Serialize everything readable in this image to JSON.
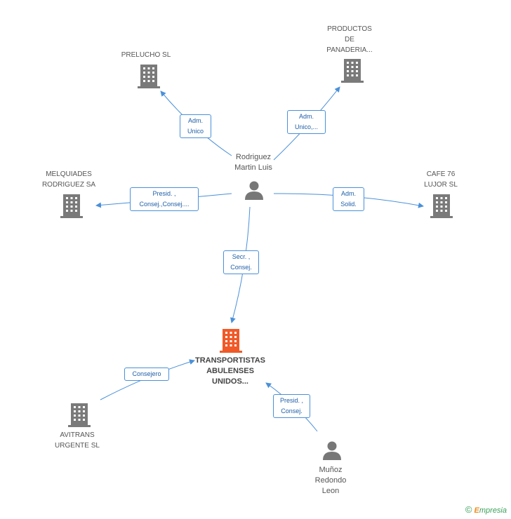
{
  "colors": {
    "edge": "#4a90d9",
    "building": "#7a7a7a",
    "main_building": "#f05a28",
    "person": "#777777"
  },
  "center_person": {
    "name_line1": "Rodriguez",
    "name_line2": "Martin Luis"
  },
  "main_company": {
    "line1": "TRANSPORTISTAS",
    "line2": "ABULENSES",
    "line3": "UNIDOS..."
  },
  "companies": {
    "prelucho": {
      "line1": "PRELUCHO SL"
    },
    "productos": {
      "line1": "PRODUCTOS",
      "line2": "DE",
      "line3": "PANADERIA..."
    },
    "melquiades": {
      "line1": "MELQUIADES",
      "line2": "RODRIGUEZ SA"
    },
    "cafe76": {
      "line1": "CAFE 76",
      "line2": "LUJOR SL"
    },
    "avitrans": {
      "line1": "AVITRANS",
      "line2": "URGENTE  SL"
    }
  },
  "other_person": {
    "line1": "Muñoz",
    "line2": "Redondo",
    "line3": "Leon"
  },
  "relations": {
    "prelucho": {
      "line1": "Adm.",
      "line2": "Unico"
    },
    "productos": {
      "line1": "Adm.",
      "line2": "Unico,..."
    },
    "melquiades": {
      "line1": "Presid. ,",
      "line2": "Consej.,Consej...."
    },
    "cafe76": {
      "line1": "Adm.",
      "line2": "Solid."
    },
    "main": {
      "line1": "Secr. ,",
      "line2": "Consej."
    },
    "avitrans": {
      "line1": "Consejero"
    },
    "munoz": {
      "line1": "Presid. ,",
      "line2": "Consej."
    }
  },
  "credit": {
    "symbol": "©",
    "brand_initial": "E",
    "brand_rest": "mpresia"
  }
}
